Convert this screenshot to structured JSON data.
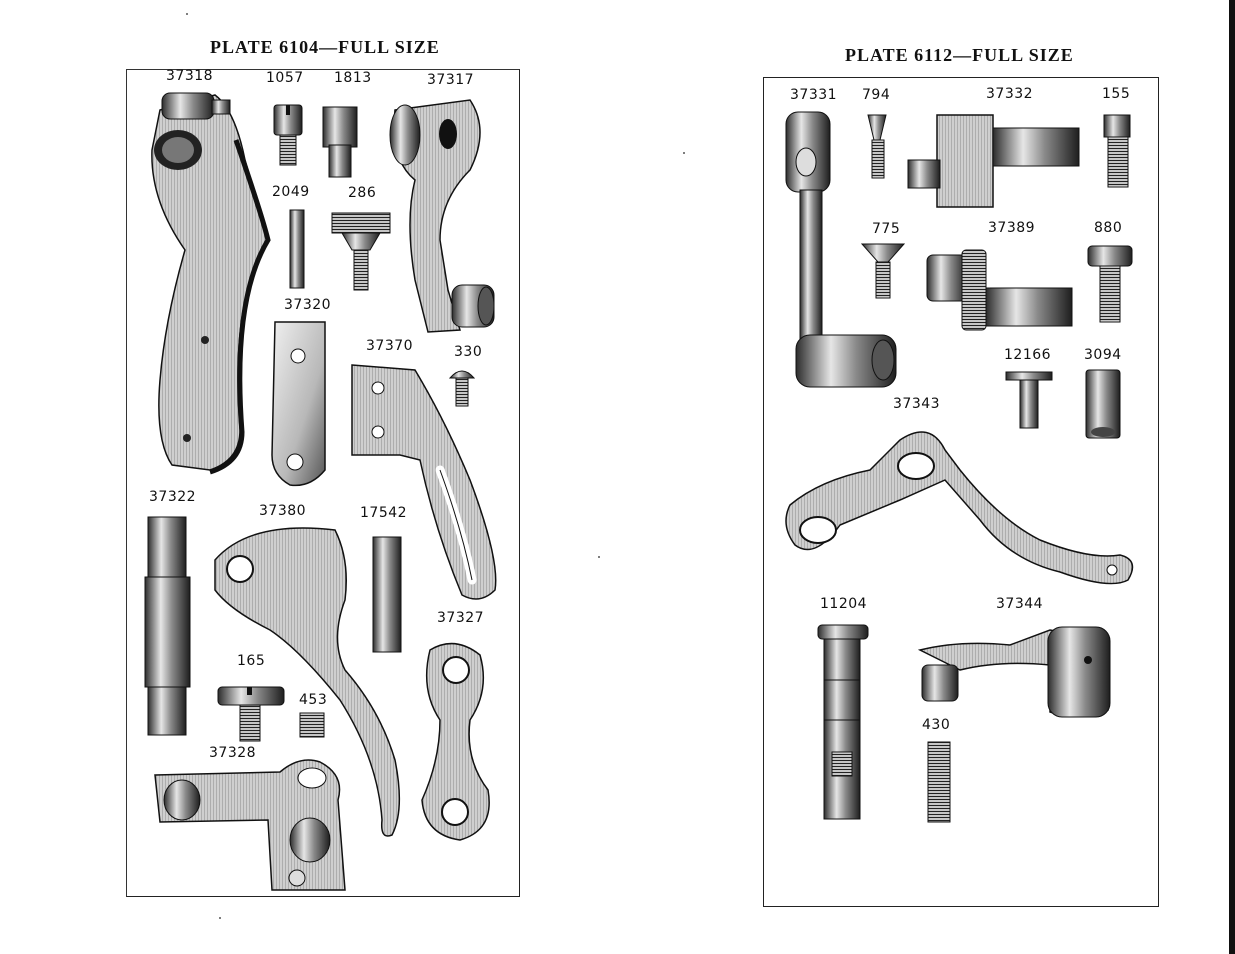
{
  "left_plate": {
    "title": "PLATE 6104—FULL SIZE",
    "parts": {
      "p37318": "37318",
      "p1057": "1057",
      "p1813": "1813",
      "p37317": "37317",
      "p2049": "2049",
      "p286": "286",
      "p37320": "37320",
      "p37370": "37370",
      "p330": "330",
      "p37322": "37322",
      "p37380": "37380",
      "p17542": "17542",
      "p37327": "37327",
      "p165": "165",
      "p453": "453",
      "p37328": "37328"
    }
  },
  "right_plate": {
    "title": "PLATE 6112—FULL SIZE",
    "parts": {
      "p37331": "37331",
      "p794": "794",
      "p37332": "37332",
      "p155": "155",
      "p775": "775",
      "p37389": "37389",
      "p880": "880",
      "p12166": "12166",
      "p3094": "3094",
      "p37343": "37343",
      "p11204": "11204",
      "p37344": "37344",
      "p430": "430"
    }
  },
  "colors": {
    "ink": "#111111",
    "metal_dark": "#3a3a3a",
    "metal_mid": "#8a8a8a",
    "metal_light": "#d8d8d8"
  }
}
